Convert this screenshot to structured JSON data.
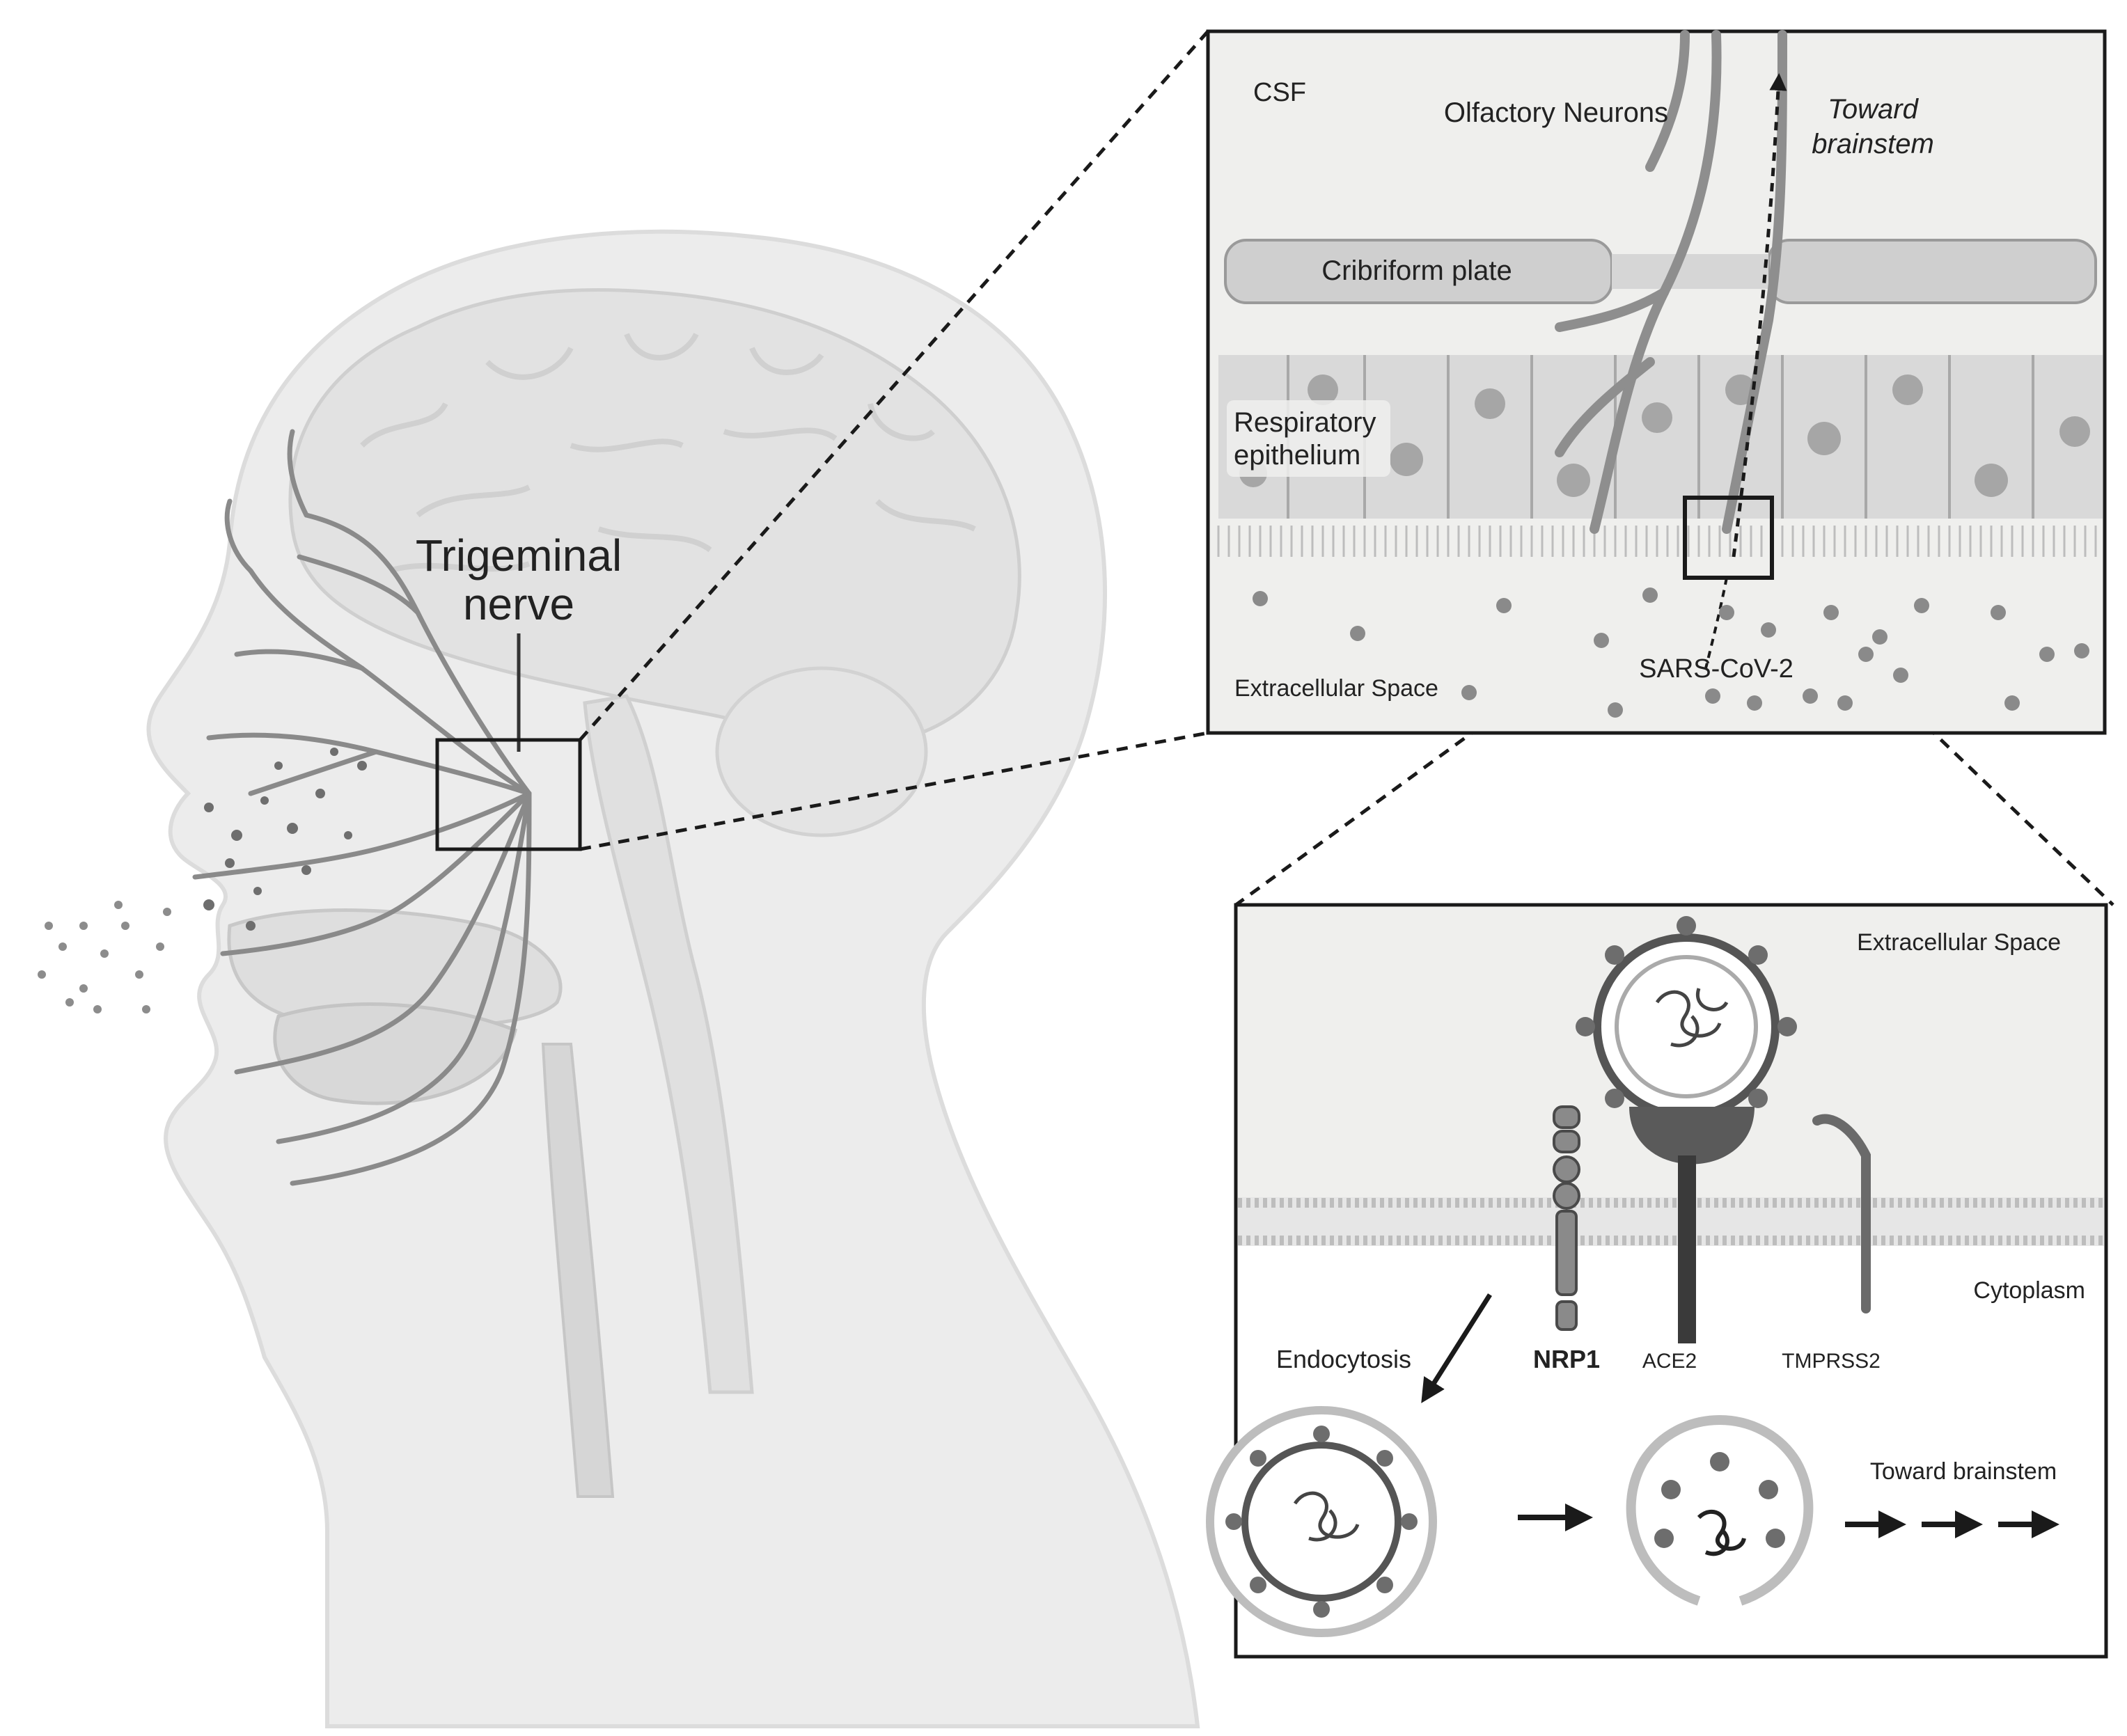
{
  "head_panel": {
    "trigeminal_label_line1": "Trigeminal",
    "trigeminal_label_line2": "nerve"
  },
  "zoom_panel_1": {
    "csf": "CSF",
    "olfactory_neurons": "Olfactory Neurons",
    "toward_brainstem_line1": "Toward",
    "toward_brainstem_line2": "brainstem",
    "cribriform_plate": "Cribriform plate",
    "respiratory_line1": "Respiratory",
    "respiratory_line2": "epithelium",
    "extracellular_space": "Extracellular Space",
    "sars_cov_2": "SARS-CoV-2"
  },
  "zoom_panel_2": {
    "extracellular_space": "Extracellular Space",
    "cytoplasm": "Cytoplasm",
    "endocytosis": "Endocytosis",
    "nrp1": "NRP1",
    "ace2": "ACE2",
    "tmprss2": "TMPRSS2",
    "toward_brainstem": "Toward brainstem"
  },
  "colors": {
    "background": "#ffffff",
    "panel_fill": "#efefed",
    "membrane": "#bdbdbd",
    "virus_dark": "#555555",
    "receptor_dark": "#4a4a4a",
    "line": "#1a1a1a"
  }
}
